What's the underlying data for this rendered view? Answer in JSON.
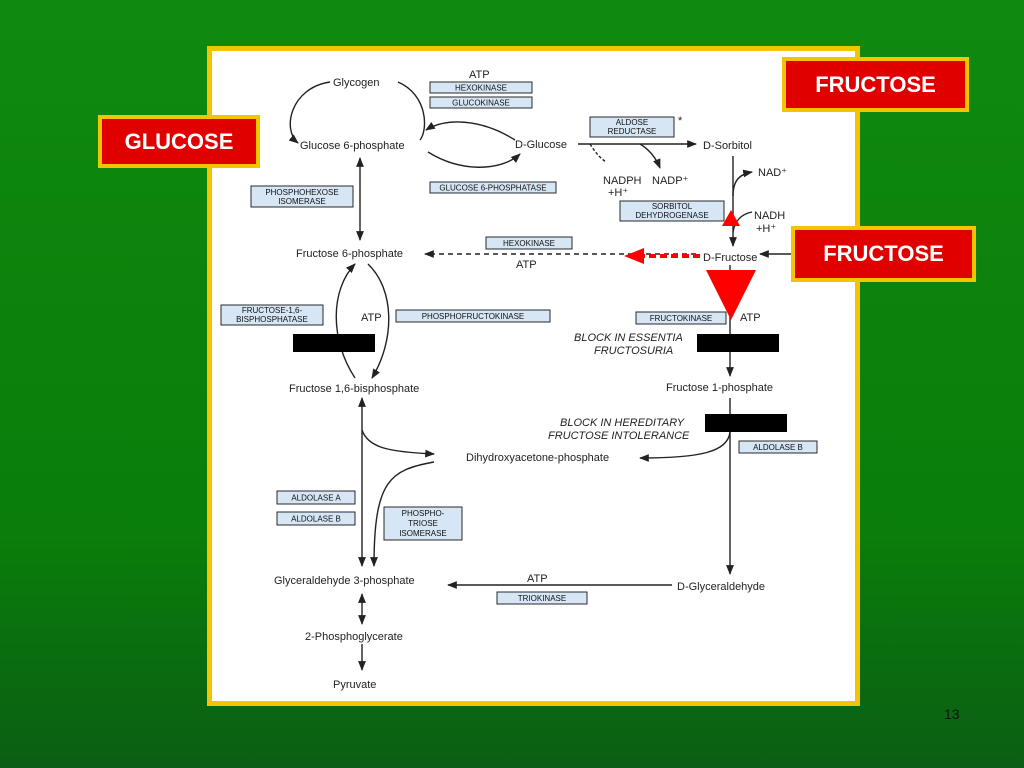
{
  "callouts": {
    "glucose": "GLUCOSE",
    "fructose_top": "FRUCTOSE",
    "fructose_right": "FRUCTOSE"
  },
  "metabolites": {
    "glycogen": "Glycogen",
    "g6p": "Glucose 6-phosphate",
    "glucose": "D-Glucose",
    "sorbitol": "D-Sorbitol",
    "nadph": "NADPH",
    "h_plus_left": "+H⁺",
    "nadp": "NADP⁺",
    "nad": "NAD⁺",
    "nadh": "NADH",
    "h_plus_right": "+H⁺",
    "f6p": "Fructose 6-phosphate",
    "fructose": "D-Fructose",
    "f16bp": "Fructose 1,6-bisphosphate",
    "f1p": "Fructose 1-phosphate",
    "dhap": "Dihydroxyacetone-phosphate",
    "g3p": "Glyceraldehyde 3-phosphate",
    "glyceraldehyde": "D-Glyceraldehyde",
    "pg2": "2-Phosphoglycerate",
    "pyruvate": "Pyruvate"
  },
  "cofactors": {
    "atp": "ATP"
  },
  "enzymes": {
    "hexokinase": "HEXOKINASE",
    "glucokinase": "GLUCOKINASE",
    "aldose_reductase_1": "ALDOSE",
    "aldose_reductase_2": "REDUCTASE",
    "asterisk": "*",
    "g6pase": "GLUCOSE 6-PHOSPHATASE",
    "phi_1": "PHOSPHOHEXOSE",
    "phi_2": "ISOMERASE",
    "sdh_1": "SORBITOL",
    "sdh_2": "DEHYDROGENASE",
    "hexokinase_2": "HEXOKINASE",
    "fbpase_1": "FRUCTOSE-1,6-",
    "fbpase_2": "BISPHOSPHATASE",
    "pfk": "PHOSPHOFRUCTOKINASE",
    "fructokinase": "FRUCTOKINASE",
    "aldolase_b_right": "ALDOLASE B",
    "aldolase_a": "ALDOLASE A",
    "aldolase_b_left": "ALDOLASE B",
    "tpi_1": "PHOSPHO-",
    "tpi_2": "TRIOSE",
    "tpi_3": "ISOMERASE",
    "triokinase": "TRIOKINASE"
  },
  "blocks": {
    "essential_1": "BLOCK IN ESSENTIA",
    "essential_2": "FRUCTOSURIA",
    "hereditary_1": "BLOCK IN HEREDITARY",
    "hereditary_2": "FRUCTOSE INTOLERANCE"
  },
  "page_number": "13",
  "colors": {
    "callout_bg": "#e10000",
    "callout_border": "#f5c400",
    "enzyme_box": "#d6e6f4",
    "highlight_arrow": "#ff0000"
  }
}
